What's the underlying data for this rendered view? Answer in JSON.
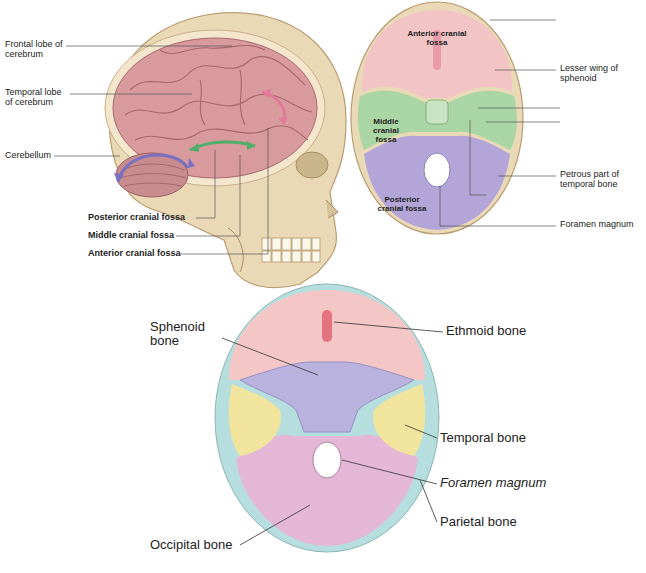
{
  "diagram": {
    "labels": [
      "Frontal lobe of cerebrum",
      "Temporal lobe of cerebrum",
      "Cerebellum",
      "Posterior cranial fossa",
      "Middle cranial fossa",
      "Anterior cranial fossa",
      "Anterior cranial fossa",
      "Middle cranial fossa",
      "Posterior cranial fossa",
      "Lesser wing of sphenoid",
      "Petrous part of temporal bone",
      "Foramen magnum",
      "Sphenoid bone",
      "Ethmoid bone",
      "Temporal bone",
      "Foramen magnum",
      "Parietal bone",
      "Occipital bone"
    ]
  }
}
